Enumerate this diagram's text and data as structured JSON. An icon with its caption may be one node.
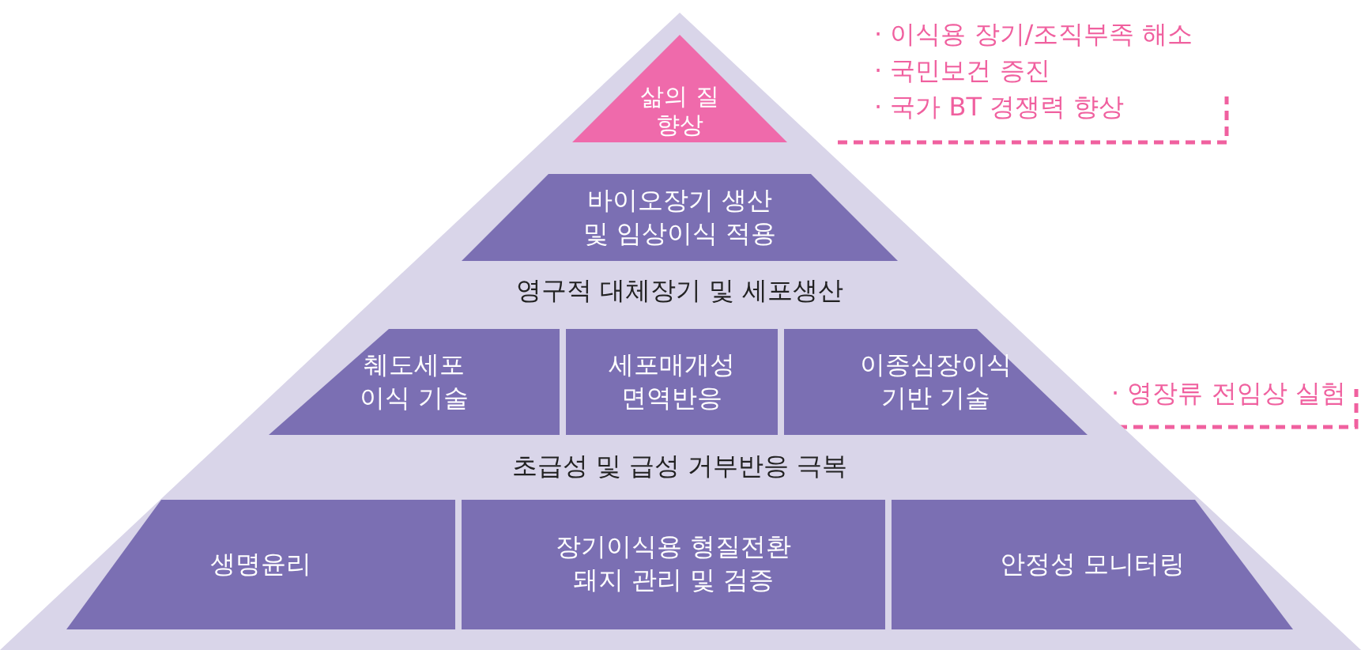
{
  "diagram": {
    "nodes": [
      {
        "text": [],
        "shape": "triangle"
      },
      {
        "text": [
          "삶의 질 향상"
        ],
        "in": 0
      },
      {
        "text": [
          "바이오장기 생산 및 임상이식 적용"
        ],
        "in": 0
      },
      {
        "text": [
          "췌도세포 이식 기술"
        ],
        "in": 0
      },
      {
        "text": [
          "세포매개성 면역반응"
        ],
        "in": 0
      },
      {
        "text": [
          "이종심장이식 기반 기술"
        ],
        "in": 0
      },
      {
        "text": [
          "생명윤리"
        ],
        "in": 0
      },
      {
        "text": [
          "장기이식용 형질전환 돼지 관리 및 검증"
        ],
        "in": 0
      },
      {
        "text": [
          "안정성 모니터링"
        ],
        "in": 0
      }
    ],
    "labels": [
      "· 이식용 장기/조직부족 해소",
      "· 국민보건 증진",
      "· 국가 BT 경쟁력 향상",
      "영구적 대체장기 및 세포생산",
      "· 영장류 전임상 실험",
      "초급성 및 급성 거부반응 극복"
    ]
  }
}
